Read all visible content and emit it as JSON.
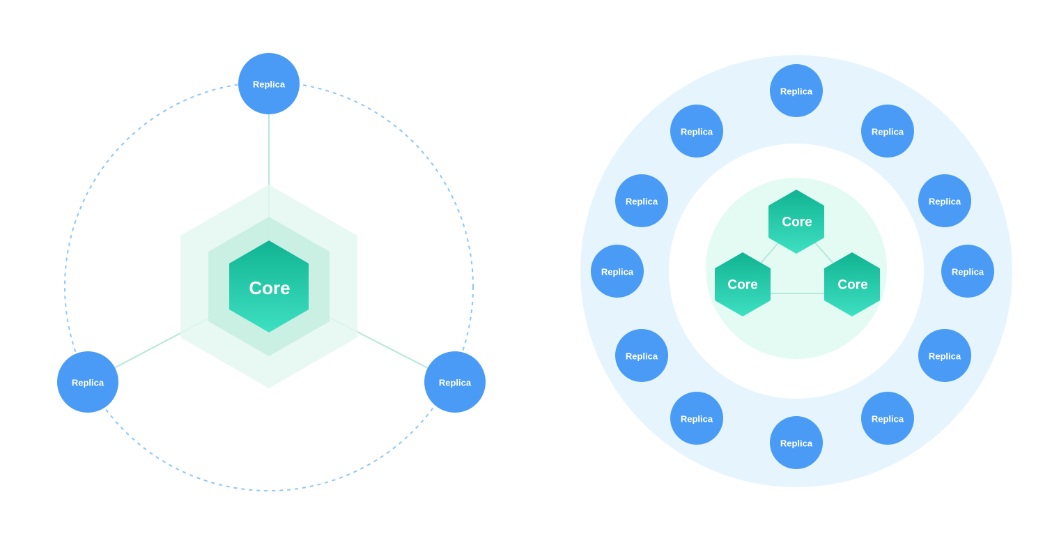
{
  "colors": {
    "replica": "#4a9bf5",
    "core_top": "#10b391",
    "core_bottom": "#3ee0c2",
    "hex_outer": "#e4f7f1",
    "hex_mid": "#c6eee2",
    "edge": "#b4e8d8",
    "dashed_ring": "#8ec6f3",
    "outer_ring": "#e6f5fd",
    "inner_ring": "#ffffff",
    "core_zone": "#e4fbf4"
  },
  "left_diagram": {
    "core": {
      "label": "Core"
    },
    "replicas": [
      {
        "label": "Replica"
      },
      {
        "label": "Replica"
      },
      {
        "label": "Replica"
      }
    ]
  },
  "right_diagram": {
    "cores": [
      {
        "label": "Core"
      },
      {
        "label": "Core"
      },
      {
        "label": "Core"
      }
    ],
    "replicas": [
      {
        "label": "Replica"
      },
      {
        "label": "Replica"
      },
      {
        "label": "Replica"
      },
      {
        "label": "Replica"
      },
      {
        "label": "Replica"
      },
      {
        "label": "Replica"
      },
      {
        "label": "Replica"
      },
      {
        "label": "Replica"
      },
      {
        "label": "Replica"
      },
      {
        "label": "Replica"
      },
      {
        "label": "Replica"
      },
      {
        "label": "Replica"
      }
    ]
  }
}
